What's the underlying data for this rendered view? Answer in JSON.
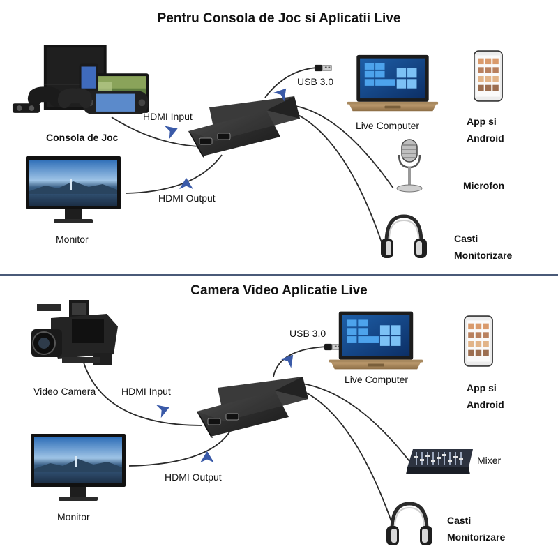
{
  "sections": [
    {
      "title": "Pentru Consola de Joc si Aplicatii Live",
      "labels": {
        "hdmi_input": "HDMI Input",
        "hdmi_output": "HDMI Output",
        "usb": "USB 3.0",
        "source": "Consola de Joc",
        "monitor": "Monitor",
        "computer": "Live Computer",
        "app_line1": "App si",
        "app_line2": "Android",
        "audio1": "Microfon",
        "headset_line1": "Casti",
        "headset_line2": "Monitorizare"
      }
    },
    {
      "title": "Camera Video Aplicatie Live",
      "labels": {
        "hdmi_input": "HDMI Input",
        "hdmi_output": "HDMI Output",
        "usb": "USB 3.0",
        "source": "Video Camera",
        "monitor": "Monitor",
        "computer": "Live Computer",
        "app_line1": "App si",
        "app_line2": "Android",
        "audio1": "Mixer",
        "headset_line1": "Casti",
        "headset_line2": "Monitorizare"
      }
    }
  ],
  "colors": {
    "divider": "#4a5a78",
    "arrow": "#3a5aa8",
    "cable": "#2a2a2a",
    "device": "#2b2b2b"
  },
  "icons": [
    "capture-card-icon",
    "game-console-icon",
    "monitor-icon",
    "laptop-icon",
    "smartphone-icon",
    "microphone-icon",
    "headphones-icon",
    "video-camera-icon",
    "mixer-icon",
    "arrow-icon"
  ]
}
